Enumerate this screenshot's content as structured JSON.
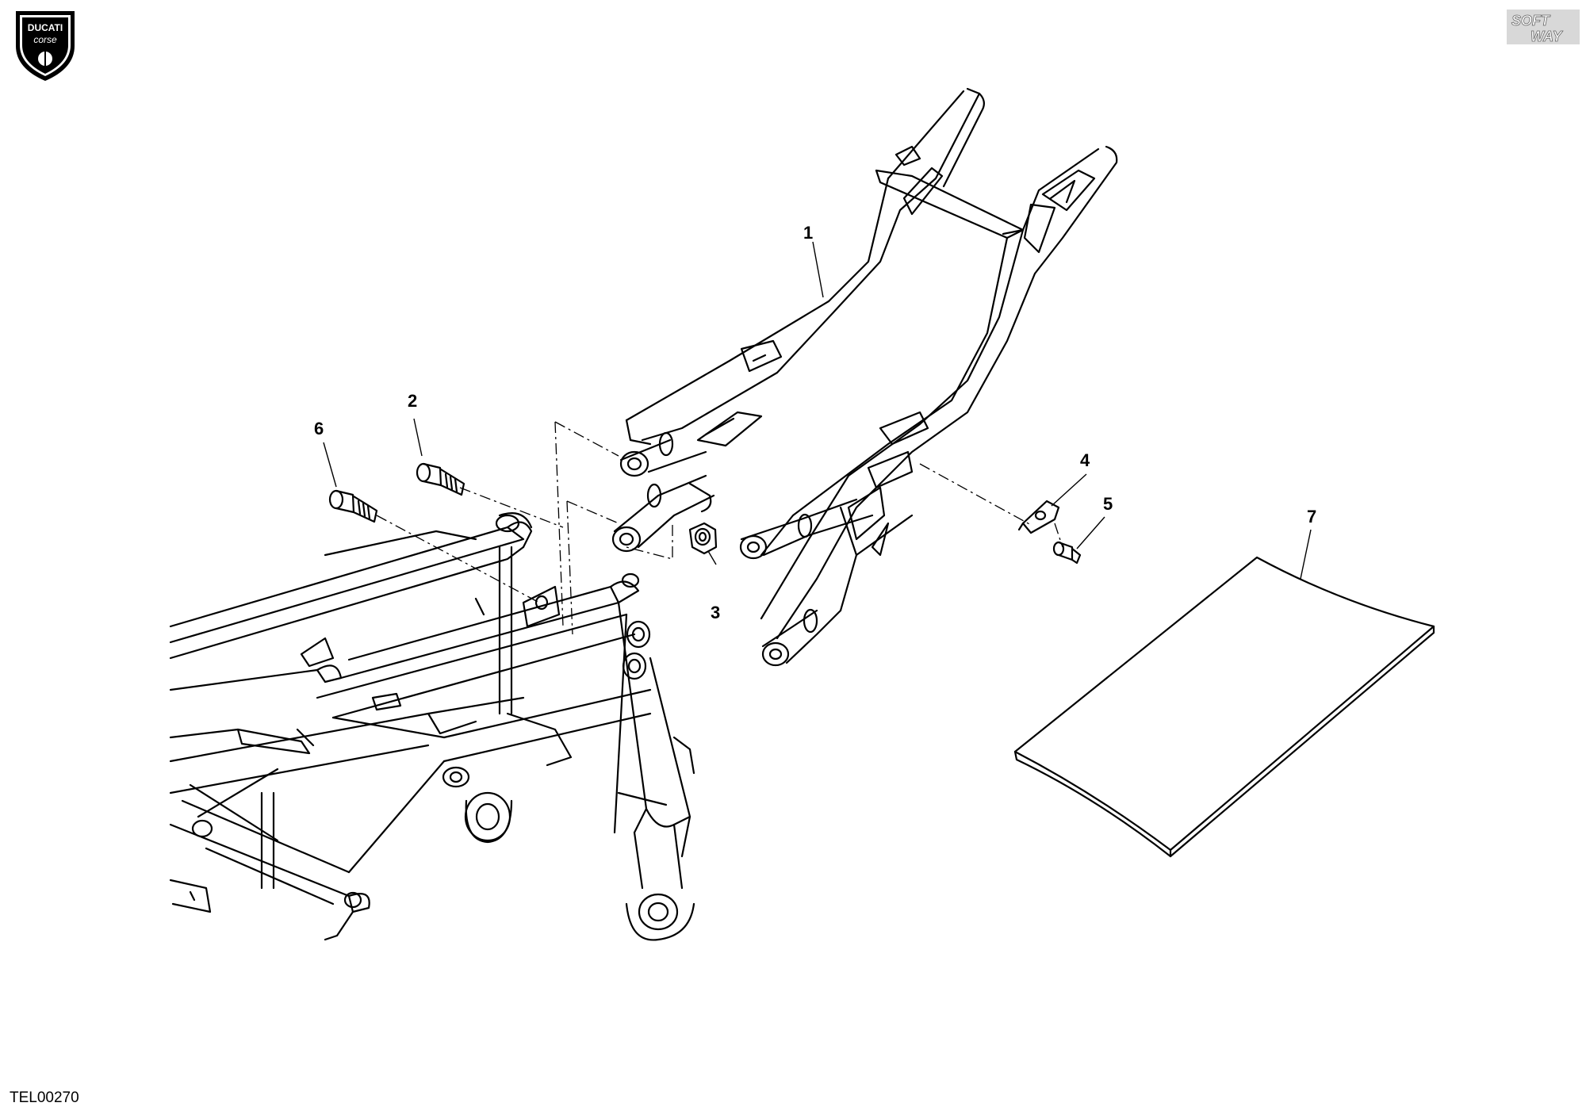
{
  "brand": {
    "left_logo": {
      "icon": "ducati-corse-shield-icon",
      "lines": [
        "DUCATI",
        "corse"
      ]
    },
    "right_logo": {
      "icon": "softway-logo-icon",
      "lines": [
        "SOFT",
        "WAY"
      ]
    }
  },
  "drawing_code": "TEL00270",
  "callouts": [
    {
      "id": "1",
      "label": "1"
    },
    {
      "id": "2",
      "label": "2"
    },
    {
      "id": "3",
      "label": "3"
    },
    {
      "id": "4",
      "label": "4"
    },
    {
      "id": "5",
      "label": "5"
    },
    {
      "id": "6",
      "label": "6"
    },
    {
      "id": "7",
      "label": "7"
    }
  ],
  "colors": {
    "line": "#000000",
    "background": "#ffffff"
  }
}
